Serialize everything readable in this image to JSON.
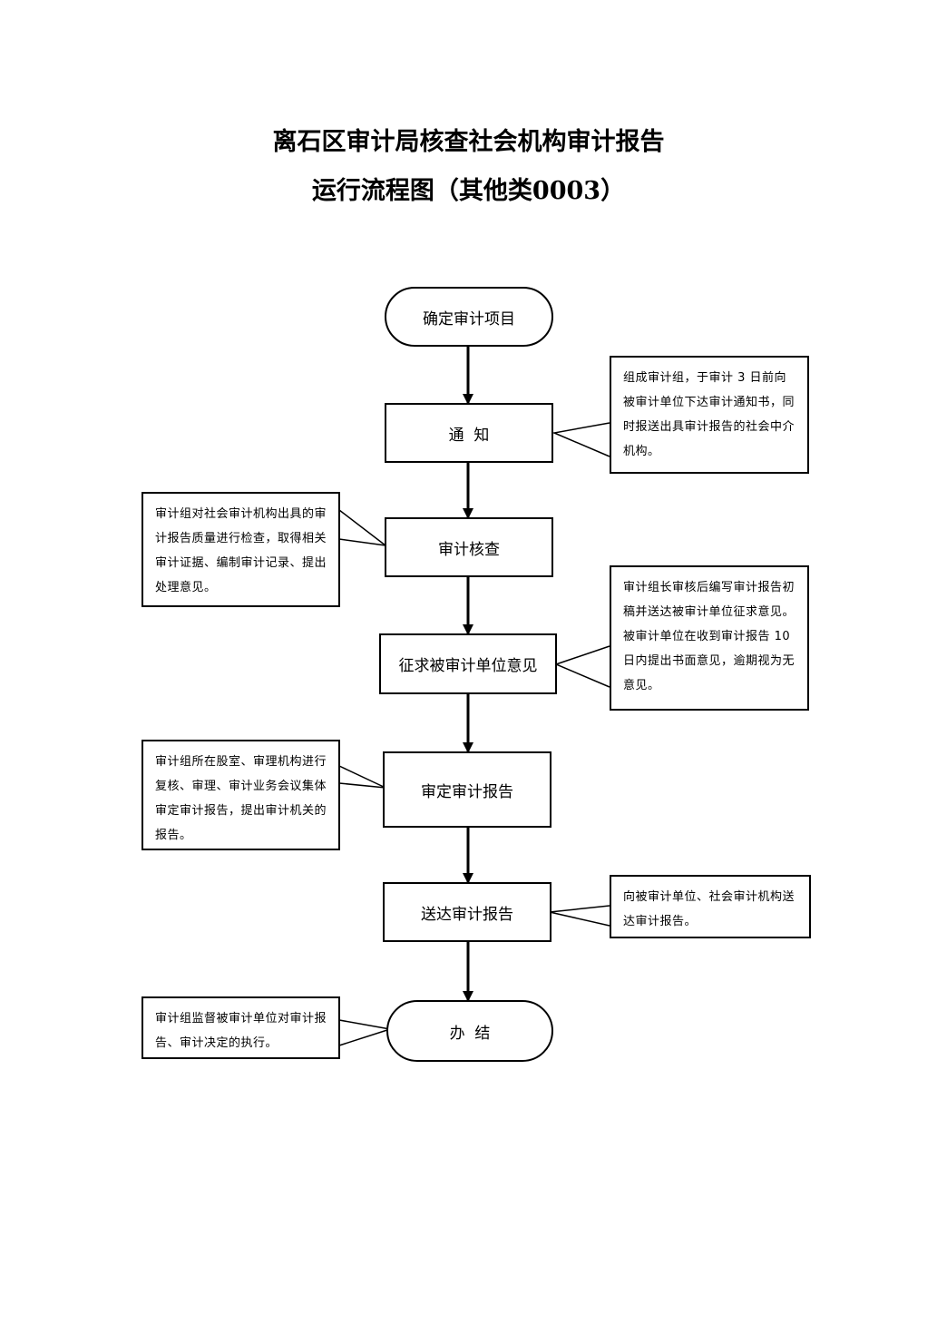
{
  "title": {
    "line1": "离石区审计局核查社会机构审计报告",
    "line2": "运行流程图（其他类0003）"
  },
  "steps": [
    {
      "label": "确定审计项目"
    },
    {
      "label": "通  知"
    },
    {
      "label": "审计核查"
    },
    {
      "label": "征求被审计单位意见"
    },
    {
      "label": "审定审计报告"
    },
    {
      "label": "送达审计报告"
    },
    {
      "label": "办  结"
    }
  ],
  "notes": [
    {
      "text": "组成审计组，于审计 3 日前向被审计单位下达审计通知书，同时报送出具审计报告的社会中介机构。"
    },
    {
      "text": "审计组对社会审计机构出具的审计报告质量进行检查，取得相关审计证据、编制审计记录、提出处理意见。"
    },
    {
      "text": "审计组长审核后编写审计报告初稿并送达被审计单位征求意见。被审计单位在收到审计报告 10 日内提出书面意见，逾期视为无意见。"
    },
    {
      "text": "审计组所在股室、审理机构进行复核、审理、审计业务会议集体审定审计报告，提出审计机关的报告。"
    },
    {
      "text": "向被审计单位、社会审计机构送达审计报告。"
    },
    {
      "text": "审计组监督被审计单位对审计报告、审计决定的执行。"
    }
  ]
}
